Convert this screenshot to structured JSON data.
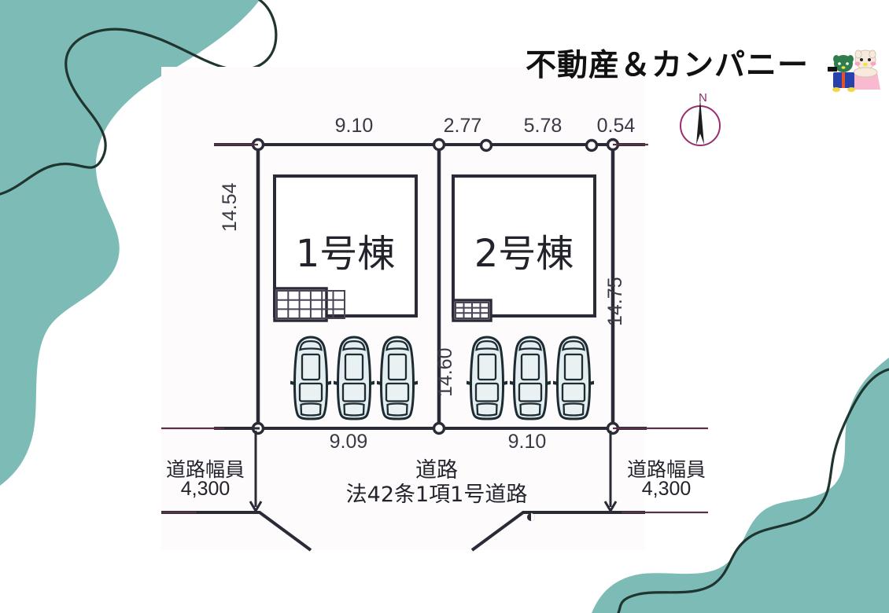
{
  "branding": {
    "company_name": "不動産＆カンパニー",
    "mascot_left": "mascot-green-character",
    "mascot_right": "mascot-pink-character"
  },
  "compass": {
    "label": "N",
    "color": "#9b2d6f",
    "name": "north-arrow"
  },
  "colors": {
    "accent_teal": "#7dbcb6",
    "line_dark": "#2b2b38",
    "line_magenta": "#5a3147",
    "car_fill": "#e4eef0",
    "panel_bg": "#fdfbfc"
  },
  "plan": {
    "top_dimensions": [
      {
        "label": "9.10",
        "name": "dim-top-lot1"
      },
      {
        "label": "2.77",
        "name": "dim-top-gap"
      },
      {
        "label": "5.78",
        "name": "dim-top-lot2"
      },
      {
        "label": "0.54",
        "name": "dim-top-edge"
      }
    ],
    "bottom_dimensions": [
      {
        "label": "9.09",
        "name": "dim-bottom-lot1"
      },
      {
        "label": "9.10",
        "name": "dim-bottom-lot2"
      }
    ],
    "side_dimensions": [
      {
        "label": "14.54",
        "name": "dim-left-lot1"
      },
      {
        "label": "14.60",
        "name": "dim-middle"
      },
      {
        "label": "14.75",
        "name": "dim-right-lot2"
      }
    ],
    "buildings": [
      {
        "label": "1号棟",
        "name": "building-1"
      },
      {
        "label": "2号棟",
        "name": "building-2"
      }
    ],
    "road": {
      "title": "道路",
      "spec": "法42条1項1号道路"
    },
    "road_width_left": {
      "title": "道路幅員",
      "value": "4,300"
    },
    "road_width_right": {
      "title": "道路幅員",
      "value": "4,300"
    },
    "parking": {
      "lot1_car_count": 3,
      "lot2_car_count": 3
    }
  }
}
